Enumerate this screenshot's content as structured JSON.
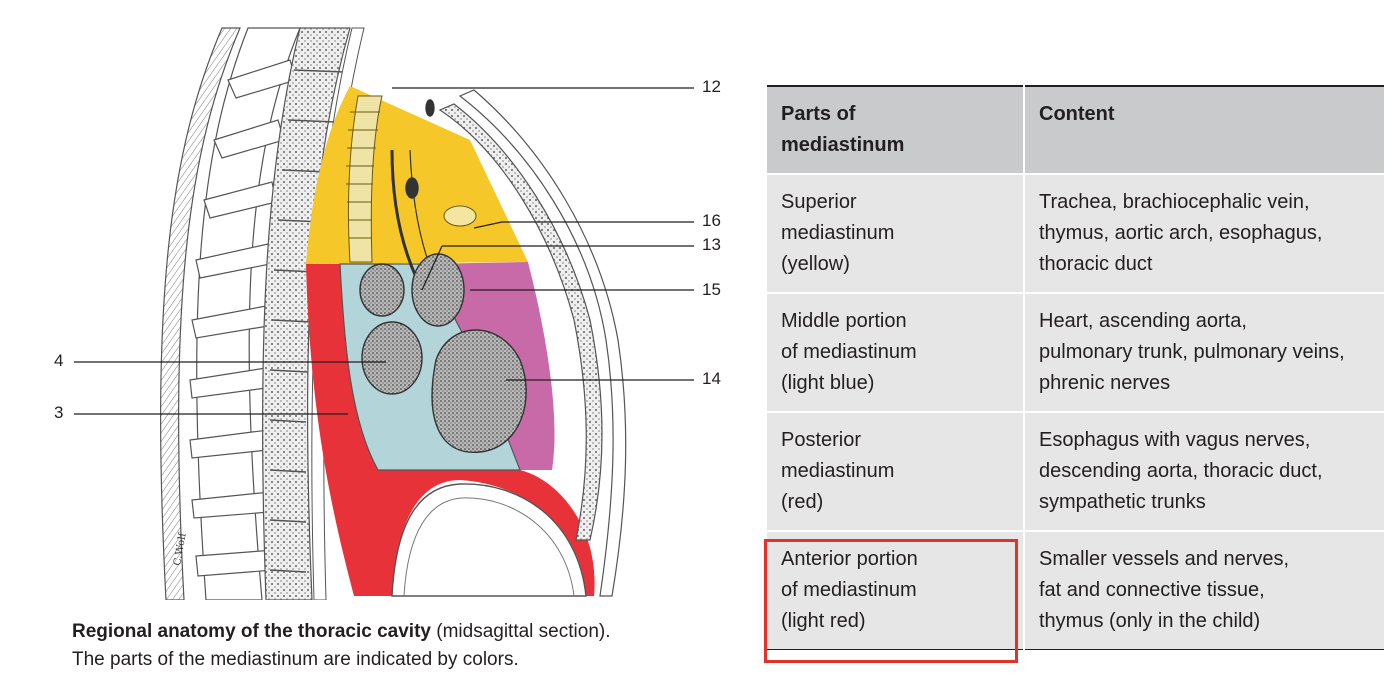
{
  "figure": {
    "labels": [
      "12",
      "16",
      "13",
      "15",
      "14",
      "4",
      "3"
    ],
    "signature": "C.Wolf",
    "region_colors": {
      "superior": "#f5c728",
      "middle": "#b3d4d8",
      "posterior": "#e8323a",
      "anterior": "#c96aa8"
    }
  },
  "caption": {
    "bold": "Regional anatomy of the thoracic cavity",
    "rest": " (midsagittal section).",
    "line2": "The parts of the mediastinum are indicated by colors."
  },
  "table": {
    "headers": [
      "Parts of mediastinum",
      "Content"
    ],
    "rows": [
      {
        "part": [
          "Superior",
          "mediastinum",
          "(yellow)"
        ],
        "content": [
          "Trachea, brachiocephalic vein,",
          "thymus, aortic arch, esophagus,",
          "thoracic duct"
        ]
      },
      {
        "part": [
          "Middle portion",
          "of mediastinum",
          "(light blue)"
        ],
        "content": [
          "Heart, ascending aorta,",
          "pulmonary trunk, pulmonary veins,",
          "phrenic nerves"
        ]
      },
      {
        "part": [
          "Posterior",
          "mediastinum",
          "(red)"
        ],
        "content": [
          "Esophagus with vagus nerves,",
          "descending aorta, thoracic duct,",
          "sympathetic trunks"
        ]
      },
      {
        "part": [
          "Anterior portion",
          "of mediastinum",
          "(light red)"
        ],
        "content": [
          "Smaller vessels and nerves,",
          "fat and connective tissue,",
          "thymus (only in the child)"
        ]
      }
    ],
    "highlight_color": "#e0332b"
  }
}
